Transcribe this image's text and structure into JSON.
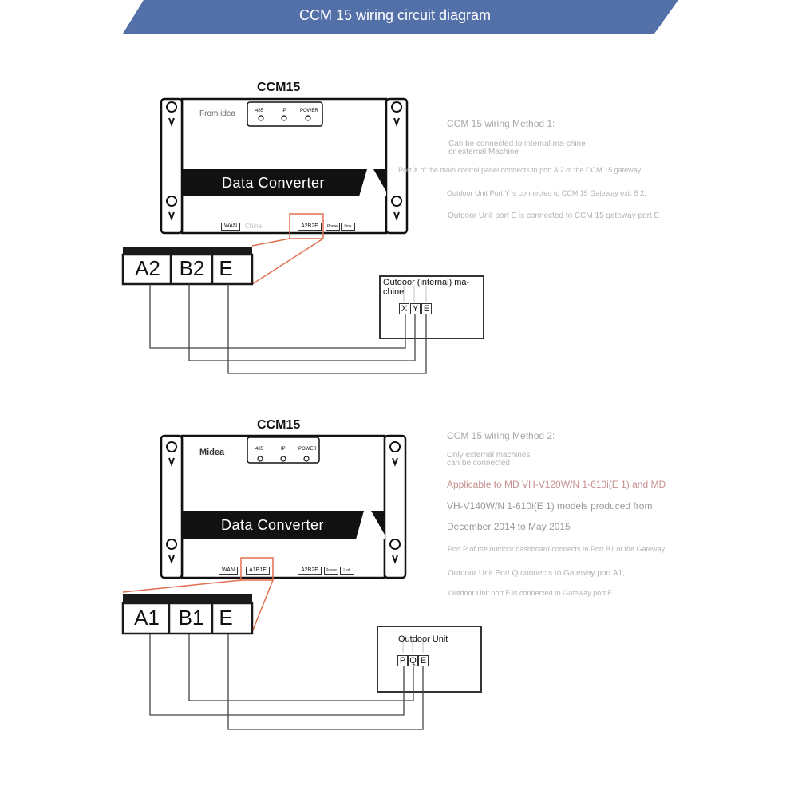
{
  "header": {
    "title": "CCM 15 wiring circuit diagram",
    "color": "#5470a8"
  },
  "device1": {
    "title": "CCM15",
    "brand": "From idea",
    "label": "Data Converter",
    "led_labels": [
      "485",
      "IP",
      "POWER"
    ],
    "ports": [
      "WAN",
      "China",
      "A2B2E",
      "Power",
      "Link"
    ],
    "terminals": [
      "A2",
      "B2",
      "E"
    ]
  },
  "unit1": {
    "label": "Outdoor (internal) ma-chine",
    "terminals": [
      "X",
      "Y",
      "E"
    ]
  },
  "method1": {
    "heading": "CCM 15 wiring Method 1:",
    "note": "Can be connected to internal ma-chine or external Machine",
    "line1": "Port X of the main control panel connects to port A 2 of the CCM 15 gateway.",
    "line2": "Outdoor Unit Port Y is connected to CCM 15 Gateway exit B 2.",
    "line3": "Outdoor Unit port E is connected to CCM 15 gateway port E"
  },
  "device2": {
    "title": "CCM15",
    "brand": "Midea",
    "label": "Data Converter",
    "led_labels": [
      "485",
      "IP",
      "POWER"
    ],
    "ports": [
      "WAN",
      "A1B1E",
      "A2B2E",
      "Power",
      "Link"
    ],
    "terminals": [
      "A1",
      "B1",
      "E"
    ]
  },
  "unit2": {
    "label": "Outdoor Unit",
    "terminals": [
      "P",
      "Q",
      "E"
    ]
  },
  "method2": {
    "heading": "CCM 15 wiring Method 2:",
    "note": "Only external machines can be connected",
    "applicable1": "Applicable to MD VH-V120W/N 1-610i(E 1) and MD",
    "applicable2": "VH-V140W/N 1-610i(E 1) models produced from",
    "applicable3": "December 2014 to May 2015",
    "line1": "Port P of the outdoor dashboard connects to Port B1 of the Gateway.",
    "line2": "Outdoor Unit Port Q connects to Gateway port A1,",
    "line3": "Outdoor Unit port E is connected to Gateway port E"
  },
  "colors": {
    "highlight": "#e07050",
    "dark": "#1a1a1a"
  }
}
